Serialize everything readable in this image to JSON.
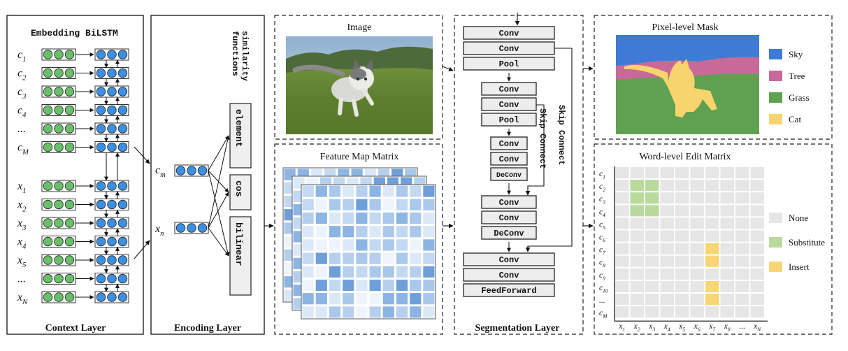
{
  "context_layer": {
    "header": "Embedding BiLSTM",
    "title": "Context Layer",
    "context_rows": [
      {
        "base": "c",
        "sub": "1"
      },
      {
        "base": "c",
        "sub": "2"
      },
      {
        "base": "c",
        "sub": "3"
      },
      {
        "base": "c",
        "sub": "4"
      },
      {
        "base": "...",
        "sub": ""
      },
      {
        "base": "c",
        "sub": "M"
      }
    ],
    "input_rows": [
      {
        "base": "x",
        "sub": "1"
      },
      {
        "base": "x",
        "sub": "2"
      },
      {
        "base": "x",
        "sub": "3"
      },
      {
        "base": "x",
        "sub": "4"
      },
      {
        "base": "x",
        "sub": "5"
      },
      {
        "base": "...",
        "sub": ""
      },
      {
        "base": "x",
        "sub": "N"
      }
    ]
  },
  "encoding_layer": {
    "title": "Encoding Layer",
    "similarity_line1": "similarity",
    "similarity_line2": "functions",
    "functions": [
      "element",
      "cos",
      "bilinear"
    ],
    "cm": {
      "base": "c",
      "sub": "m"
    },
    "xn": {
      "base": "x",
      "sub": "n"
    }
  },
  "image_panel": {
    "title": "Image"
  },
  "feature_panel": {
    "title": "Feature Map Matrix"
  },
  "segmentation_layer": {
    "title": "Segmentation Layer",
    "blocks_top": [
      "Conv",
      "Conv",
      "Pool"
    ],
    "blocks_mid": [
      "Conv",
      "Conv",
      "Pool"
    ],
    "blocks_inner": [
      "Conv",
      "Conv",
      "DeConv"
    ],
    "blocks_up": [
      "Conv",
      "Conv",
      "DeConv"
    ],
    "blocks_bottom": [
      "Conv",
      "Conv",
      "FeedForward"
    ],
    "skip_inner": "Skip Connect",
    "skip_outer": "Skip Connect"
  },
  "pixel_mask": {
    "title": "Pixel-level Mask",
    "legend": [
      {
        "label": "Sky",
        "color": "#3f7bd6"
      },
      {
        "label": "Tree",
        "color": "#c9699a"
      },
      {
        "label": "Grass",
        "color": "#5fa051"
      },
      {
        "label": "Cat",
        "color": "#f7d46d"
      }
    ]
  },
  "edit_matrix": {
    "title": "Word-level Edit Matrix",
    "row_labels": [
      {
        "base": "c",
        "sub": "1"
      },
      {
        "base": "c",
        "sub": "2"
      },
      {
        "base": "c",
        "sub": "3"
      },
      {
        "base": "c",
        "sub": "4"
      },
      {
        "base": "c",
        "sub": "5"
      },
      {
        "base": "c",
        "sub": "6"
      },
      {
        "base": "c",
        "sub": "7"
      },
      {
        "base": "c",
        "sub": "8"
      },
      {
        "base": "c",
        "sub": "9"
      },
      {
        "base": "c",
        "sub": "10"
      },
      {
        "base": "...",
        "sub": ""
      },
      {
        "base": "c",
        "sub": "M"
      }
    ],
    "col_labels": [
      {
        "base": "x",
        "sub": "1"
      },
      {
        "base": "x",
        "sub": "2"
      },
      {
        "base": "x",
        "sub": "3"
      },
      {
        "base": "x",
        "sub": "4"
      },
      {
        "base": "x",
        "sub": "5"
      },
      {
        "base": "x",
        "sub": "6"
      },
      {
        "base": "x",
        "sub": "7"
      },
      {
        "base": "x",
        "sub": "8"
      },
      {
        "base": "...",
        "sub": ""
      },
      {
        "base": "x",
        "sub": "N"
      }
    ],
    "cells": [
      {
        "row": 1,
        "col": 1,
        "type": "Substitute"
      },
      {
        "row": 1,
        "col": 2,
        "type": "Substitute"
      },
      {
        "row": 2,
        "col": 1,
        "type": "Substitute"
      },
      {
        "row": 2,
        "col": 2,
        "type": "Substitute"
      },
      {
        "row": 3,
        "col": 1,
        "type": "Substitute"
      },
      {
        "row": 3,
        "col": 2,
        "type": "Substitute"
      },
      {
        "row": 6,
        "col": 6,
        "type": "Insert"
      },
      {
        "row": 7,
        "col": 6,
        "type": "Insert"
      },
      {
        "row": 9,
        "col": 6,
        "type": "Insert"
      },
      {
        "row": 10,
        "col": 6,
        "type": "Insert"
      }
    ],
    "legend": [
      {
        "label": "None",
        "color": "#e6e6e6"
      },
      {
        "label": "Substitute",
        "color": "#b9da9c"
      },
      {
        "label": "Insert",
        "color": "#f8d675"
      }
    ]
  }
}
